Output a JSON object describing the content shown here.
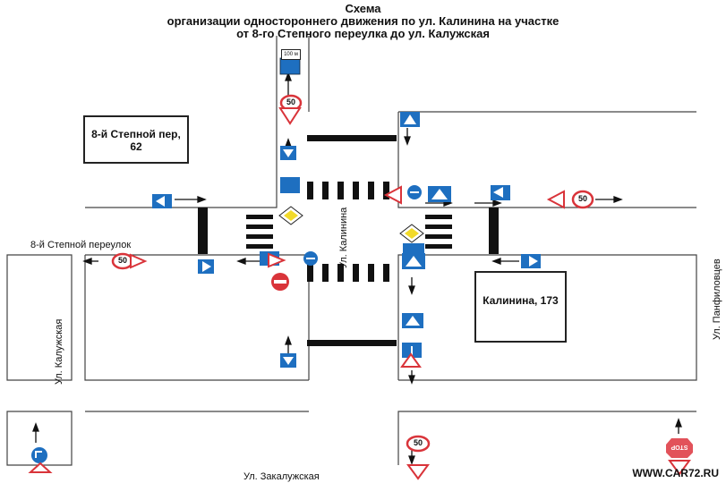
{
  "title": {
    "line1": "Схема",
    "line2": "организации одностороннего движения по ул.  Калинина на участке",
    "line3": "от  8-го Степного переулка до ул. Калужская"
  },
  "streets": {
    "stepnoy": "8-й Степной переулок",
    "kaluzhskaya": "Ул. Калужская",
    "kalinina": "Ул. Калинина",
    "zakaluzhskaya": "Ул. Закалужская",
    "panfilovtsev": "Ул. Панфиловцев"
  },
  "buildings": {
    "stepnoy62": "8-й Степной пер, 62",
    "kalinina173": "Калинина, 173"
  },
  "signs": {
    "speed_limit": "50",
    "stop": "STOP",
    "distance_plate": "100 м"
  },
  "footer": "WWW.CAR72.RU"
}
